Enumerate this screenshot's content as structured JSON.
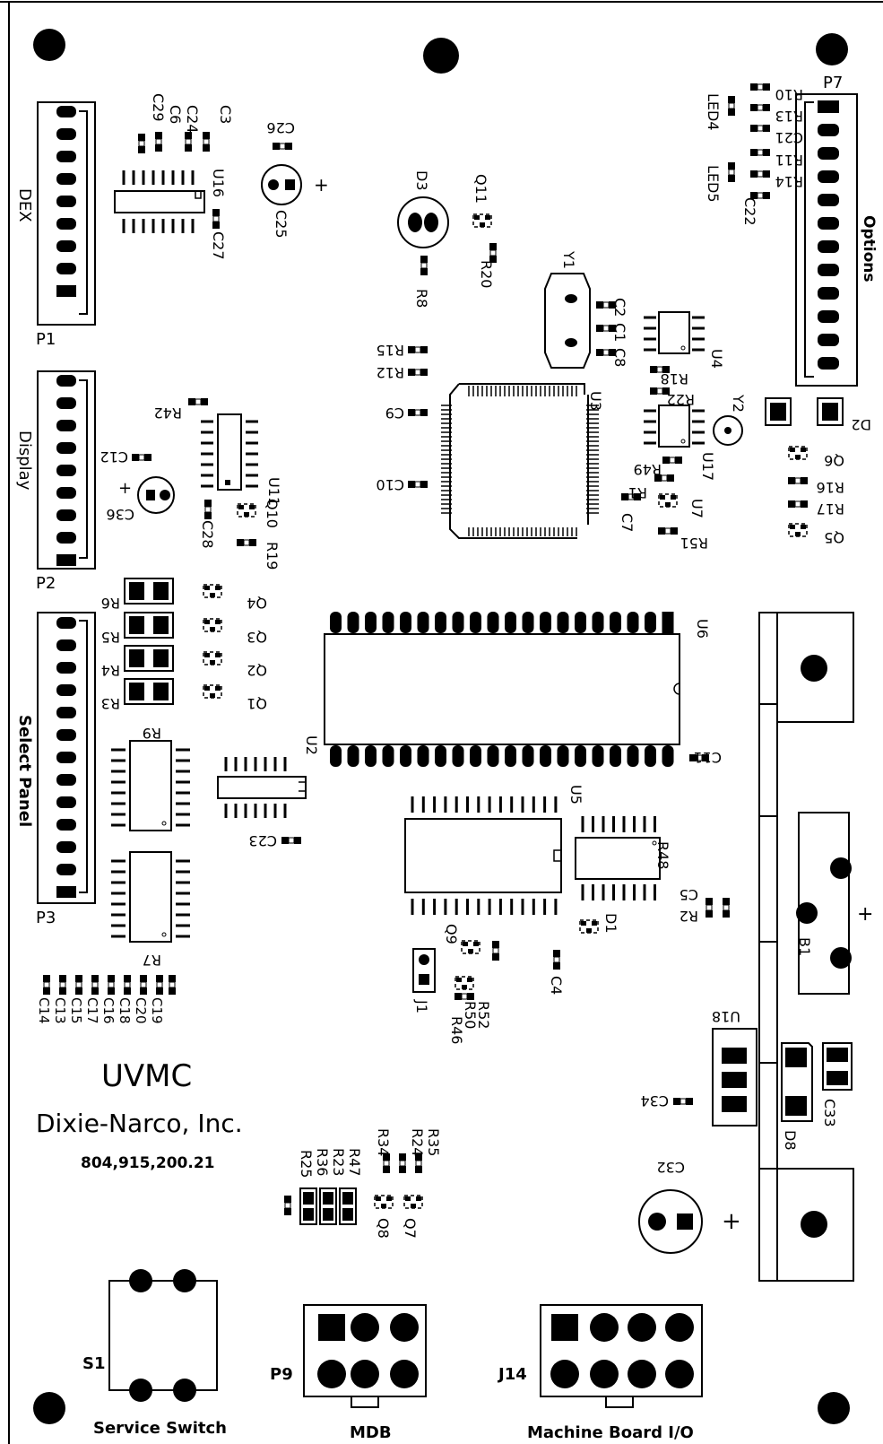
{
  "board": {
    "product": "UVMC",
    "company": "Dixie-Narco, Inc.",
    "part_number": "804,915,200.21"
  },
  "connectors": {
    "p1_ref": "P1",
    "p1_name": "DEX",
    "p2_ref": "P2",
    "p2_name": "Display",
    "p3_ref": "P3",
    "p3_name": "Select Panel",
    "p7_ref": "P7",
    "p7_name": "Options",
    "p9_ref": "P9",
    "p9_name": "MDB",
    "j14_ref": "J14",
    "j14_name": "Machine Board I/O",
    "s1_ref": "S1",
    "s1_name": "Service Switch",
    "j1_ref": "J1"
  },
  "ics": {
    "u2": "U2",
    "u3": "U3",
    "u4": "U4",
    "u5": "U5",
    "u6": "U6",
    "u7": "U7",
    "u11": "U11",
    "u16": "U16",
    "u17": "U17",
    "u18": "U18",
    "y1": "Y1",
    "y2": "Y2",
    "b1": "B1",
    "b1_plus": "+",
    "d1": "D1",
    "d2": "D2",
    "d3": "D3",
    "d8": "D8",
    "led4": "LED4",
    "led5": "LED5"
  },
  "caps": {
    "c1": "C1",
    "c2": "C2",
    "c3": "C3",
    "c4": "C4",
    "c5": "C5",
    "c6": "C6",
    "c7": "C7",
    "c8": "C8",
    "c9": "C9",
    "c10": "C10",
    "c11": "C11",
    "c12": "C12",
    "c21": "C21",
    "c22": "C22",
    "c23": "C23",
    "c24": "C24",
    "c25": "C25",
    "c26": "C26",
    "c27": "C27",
    "c28": "C28",
    "c29": "C29",
    "c32": "C32",
    "c33": "C33",
    "c34": "C34",
    "c36": "C36",
    "c14": "C14",
    "c13": "C13",
    "c15": "C15",
    "c17": "C17",
    "c16": "C16",
    "c18": "C18",
    "c20": "C20",
    "c19": "C19",
    "plus": "+"
  },
  "resistors": {
    "r1": "R1",
    "r2": "R2",
    "r3": "R3",
    "r4": "R4",
    "r5": "R5",
    "r6": "R6",
    "r7": "R7",
    "r8": "R8",
    "r9": "R9",
    "r10": "R10",
    "r11": "R11",
    "r12": "R12",
    "r13": "R13",
    "r14": "R14",
    "r15": "R15",
    "r16": "R16",
    "r17": "R17",
    "r18": "R18",
    "r19": "R19",
    "r20": "R20",
    "r22": "R22",
    "r23": "R23",
    "r24": "R24",
    "r25": "R25",
    "r34": "R34",
    "r35": "R35",
    "r36": "R36",
    "r42": "R42",
    "r46": "R46",
    "r47": "R47",
    "r48": "R48",
    "r49": "R49",
    "r50": "R50",
    "r51": "R51",
    "r52": "R52"
  },
  "transistors": {
    "q1": "Q1",
    "q2": "Q2",
    "q3": "Q3",
    "q4": "Q4",
    "q5": "Q5",
    "q6": "Q6",
    "q7": "Q7",
    "q8": "Q8",
    "q9": "Q9",
    "q10": "Q10",
    "q11": "Q11"
  }
}
